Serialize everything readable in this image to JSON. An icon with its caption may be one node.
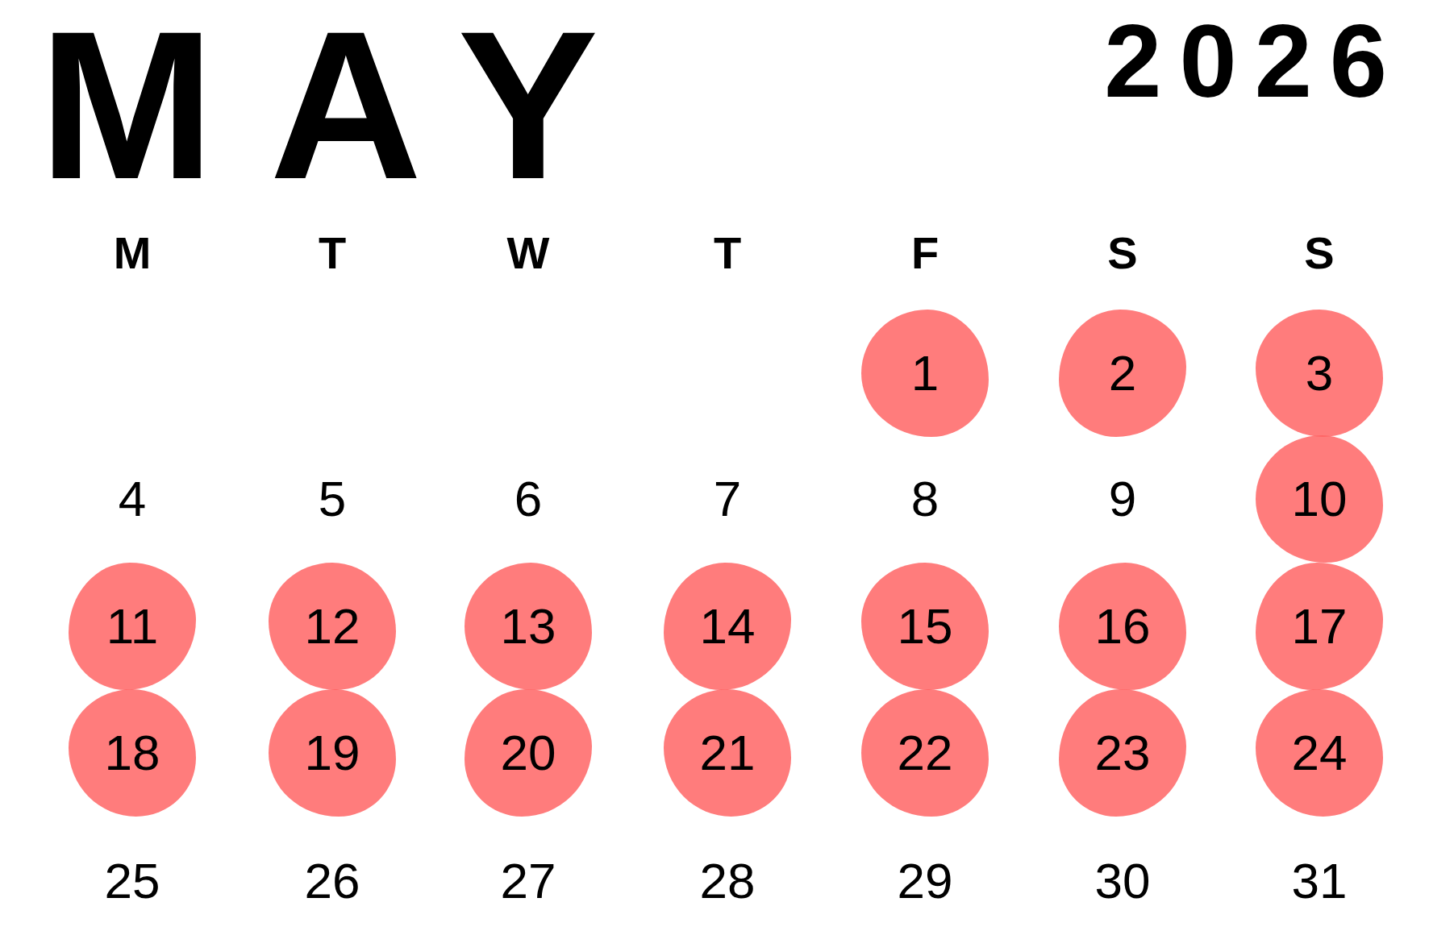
{
  "diagram": {
    "title": "MAY",
    "nodes": [
      {
        "text": [
          "1"
        ]
      },
      {
        "text": [
          "2"
        ]
      },
      {
        "text": [
          "3"
        ]
      },
      {
        "text": [
          "10"
        ]
      },
      {
        "text": [
          "11"
        ]
      },
      {
        "text": [
          "12"
        ]
      },
      {
        "text": [
          "13"
        ]
      },
      {
        "text": [
          "14"
        ]
      },
      {
        "text": [
          "15"
        ]
      },
      {
        "text": [
          "16"
        ]
      },
      {
        "text": [
          "17"
        ]
      },
      {
        "text": [
          "18"
        ]
      },
      {
        "text": [
          "19"
        ]
      },
      {
        "text": [
          "20"
        ]
      },
      {
        "text": [
          "21"
        ]
      },
      {
        "text": [
          "22"
        ]
      },
      {
        "text": [
          "23"
        ]
      },
      {
        "text": [
          "24"
        ]
      }
    ],
    "edges": [],
    "labels": [
      "2026",
      "M",
      "T",
      "W",
      "T",
      "F",
      "S",
      "S",
      "4",
      "5",
      "6",
      "7",
      "8",
      "9",
      "25",
      "26",
      "27",
      "28",
      "29",
      "30",
      "31"
    ]
  }
}
